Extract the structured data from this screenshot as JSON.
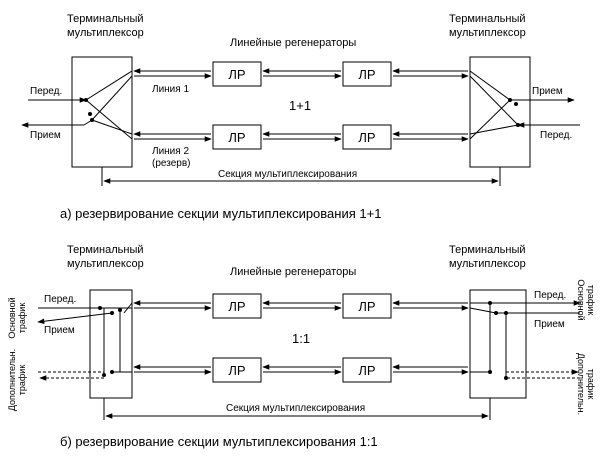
{
  "top": {
    "mux_left_label": [
      "Терминальный",
      "мультиплексор"
    ],
    "mux_right_label": [
      "Терминальный",
      "мультиплексор"
    ],
    "regen_label": "Линейные регенераторы",
    "lr_label": "ЛР",
    "line1_label": "Линия 1",
    "line2_label": "Линия 2",
    "line2_sub": "(резерв)",
    "scheme_label": "1+1",
    "left_tx": "Перед.",
    "left_rx": "Прием",
    "right_rx": "Прием",
    "right_tx": "Перед.",
    "section_label": "Секция мультиплексирования",
    "caption": "а) резервирование секции мультиплексирования 1+1"
  },
  "bottom": {
    "mux_left_label": [
      "Терминальный",
      "мультиплексор"
    ],
    "mux_right_label": [
      "Терминальный",
      "мультиплексор"
    ],
    "regen_label": "Линейные регенераторы",
    "lr_label": "ЛР",
    "scheme_label": "1:1",
    "left_tx": "Перед.",
    "left_rx": "Прием",
    "right_tx": "Перед.",
    "right_rx": "Прием",
    "main_traffic": [
      "Основной",
      "трафик"
    ],
    "extra_traffic": [
      "Дополнительн.",
      "трафик"
    ],
    "section_label": "Секция мультиплексирования",
    "caption": "б) резервирование секции мультиплексирования 1:1"
  }
}
